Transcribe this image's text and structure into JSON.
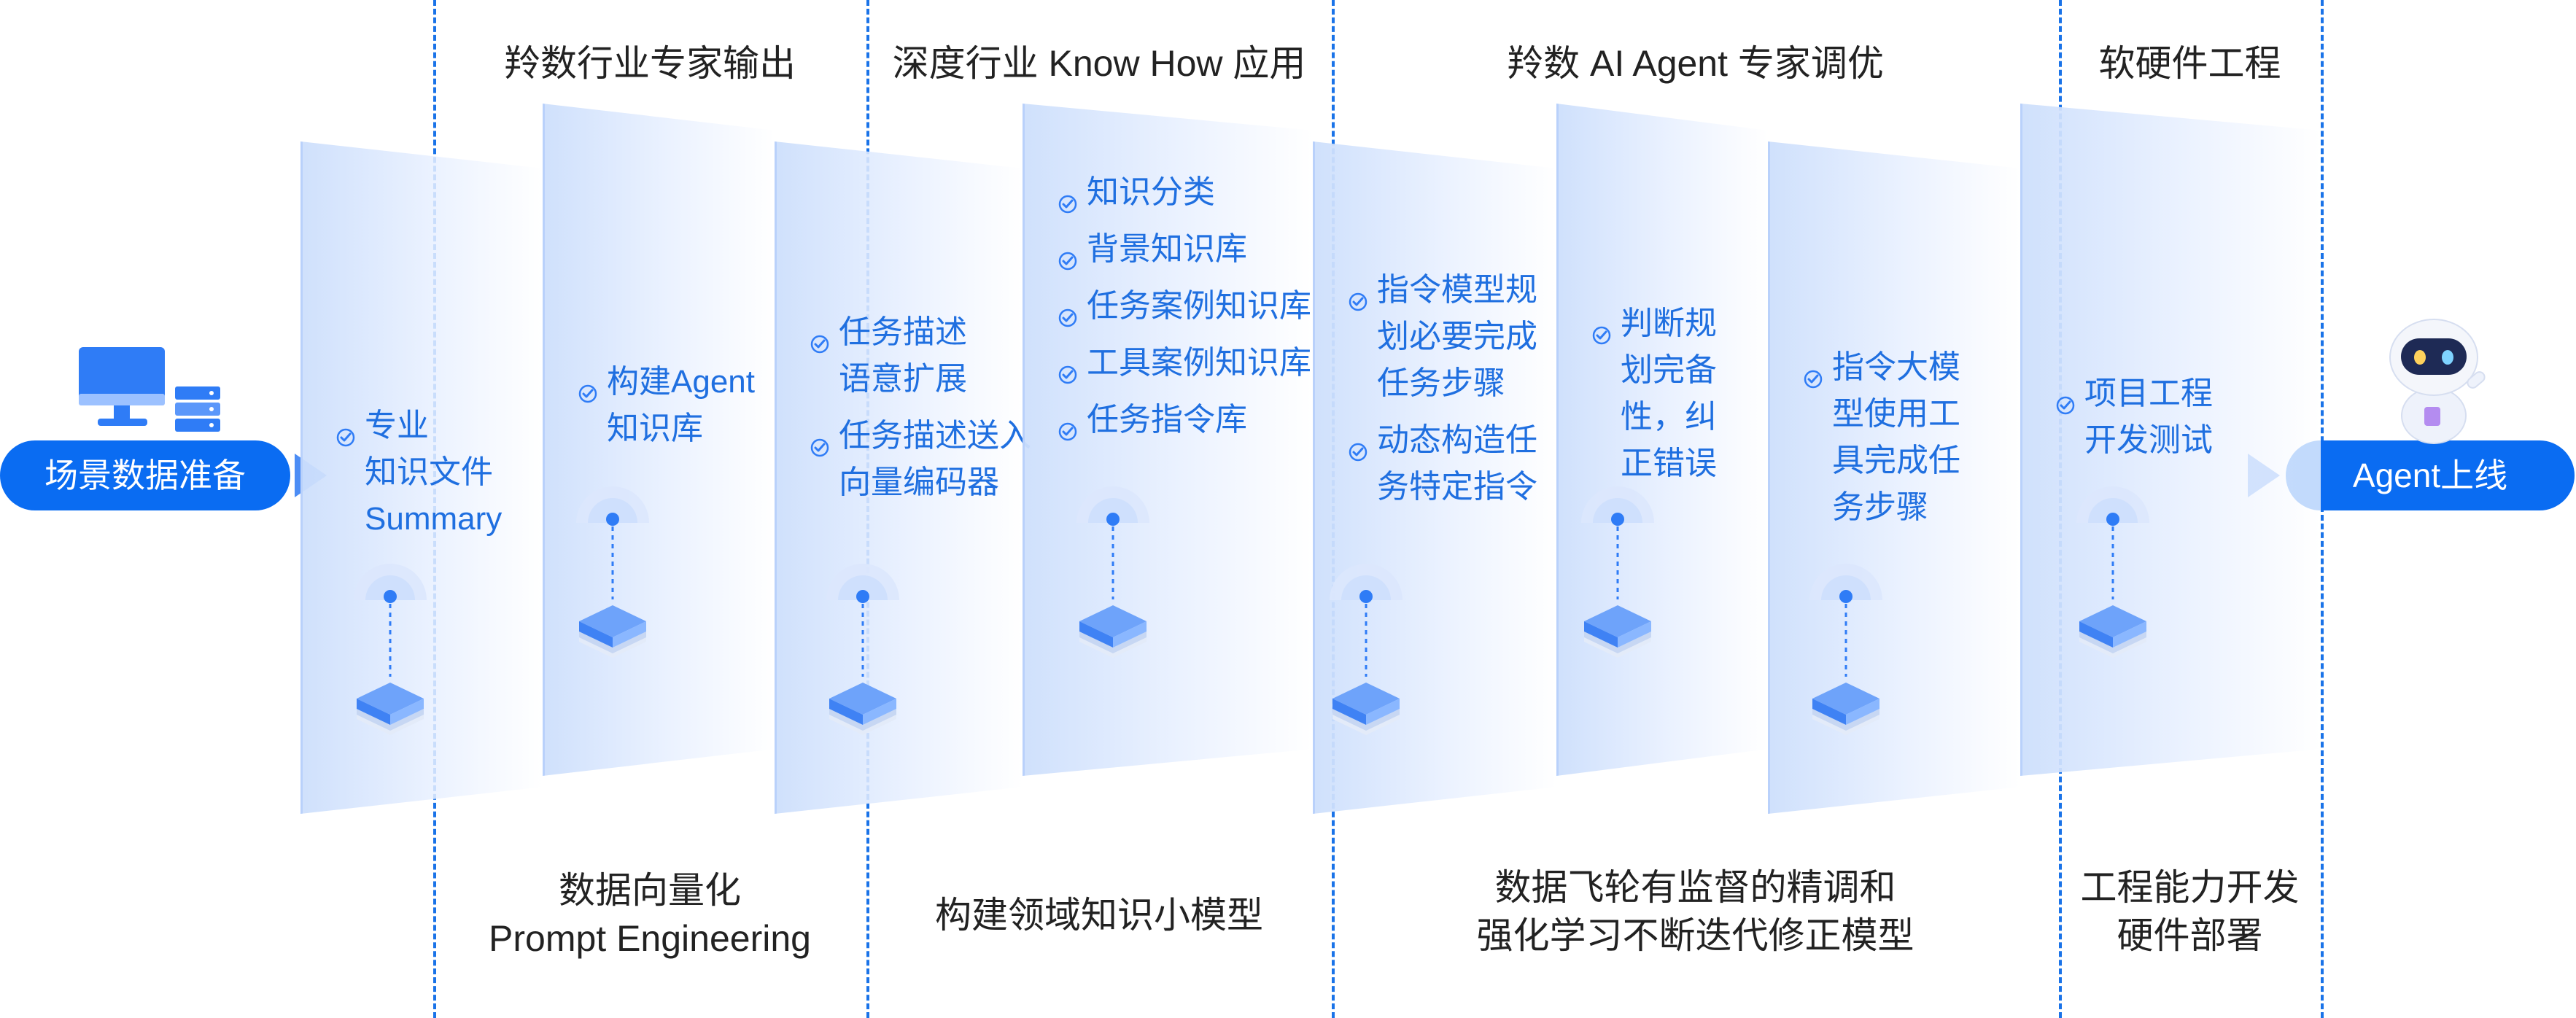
{
  "columns": {
    "headers": [
      "羚数行业专家输出",
      "深度行业 Know How 应用",
      "羚数 AI Agent 专家调优",
      "软硬件工程"
    ],
    "footers": [
      [
        "数据向量化",
        "Prompt Engineering"
      ],
      [
        "构建领域知识小模型"
      ],
      [
        "数据飞轮有监督的精调和",
        "强化学习不断迭代修正模型"
      ],
      [
        "工程能力开发",
        "硬件部署"
      ]
    ]
  },
  "start": {
    "label": "场景数据准备",
    "icon": "computer-server-icon"
  },
  "end": {
    "label": "Agent上线",
    "icon": "robot-icon"
  },
  "panels": [
    {
      "items": [
        [
          "专业",
          "知识文件",
          "Summary"
        ]
      ]
    },
    {
      "items": [
        [
          "构建Agent",
          "知识库"
        ]
      ]
    },
    {
      "items": [
        [
          "任务描述",
          "语意扩展"
        ],
        [
          "任务描述送入",
          "向量编码器"
        ]
      ]
    },
    {
      "items": [
        [
          "知识分类"
        ],
        [
          "背景知识库"
        ],
        [
          "任务案例知识库"
        ],
        [
          "工具案例知识库"
        ],
        [
          "任务指令库"
        ]
      ]
    },
    {
      "items": [
        [
          "指令模型规",
          "划必要完成",
          "任务步骤"
        ],
        [
          "动态构造任",
          "务特定指令"
        ]
      ]
    },
    {
      "items": [
        [
          "判断规",
          "划完备",
          "性，纠",
          "正错误"
        ]
      ]
    },
    {
      "items": [
        [
          "指令大模",
          "型使用工",
          "具完成任",
          "务步骤"
        ]
      ]
    },
    {
      "items": [
        [
          "项目工程",
          "开发测试"
        ]
      ]
    }
  ],
  "colors": {
    "accent": "#0a6cf2",
    "text": "#1f6fe0",
    "dash": "#1a73e8"
  }
}
